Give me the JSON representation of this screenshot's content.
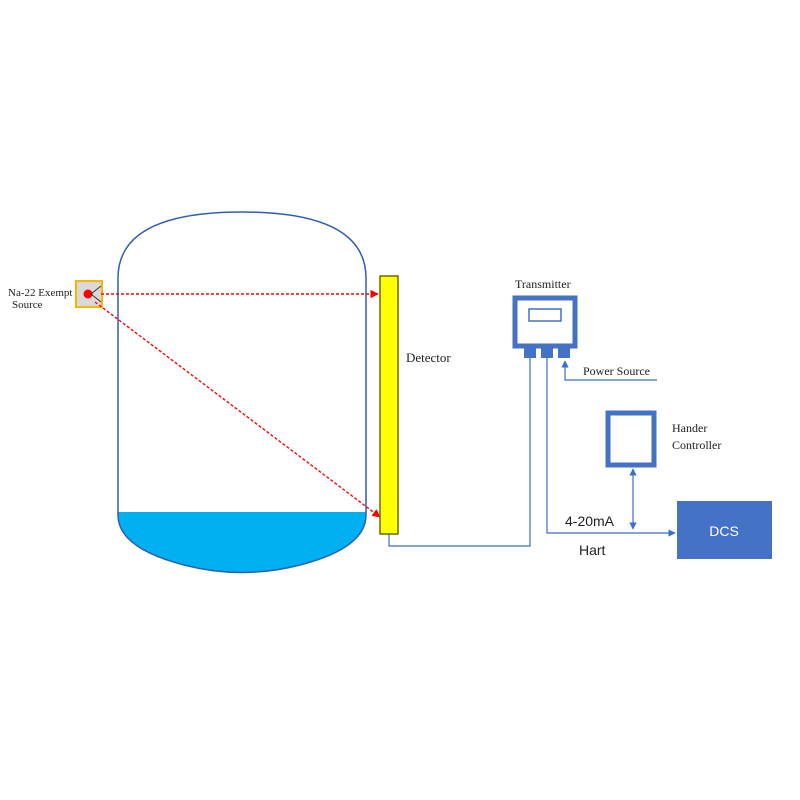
{
  "labels": {
    "source_line1": "Na-22 Exempt",
    "source_line2": "Source",
    "detector": "Detector",
    "transmitter": "Transmitter",
    "power_source": "Power Source",
    "hander_line1": "Hander",
    "hander_line2": "Controller",
    "signal": "4-20mA",
    "protocol": "Hart",
    "dcs": "DCS"
  },
  "colors": {
    "vessel_outline": "#2f5fb3",
    "liquid": "#00b0f0",
    "detector_fill": "#ffff00",
    "detector_border": "#6b6b00",
    "source_box_fill": "#d9d9d9",
    "source_box_border": "#f5b800",
    "source_dot": "#ff0000",
    "beam": "#ff0000",
    "device_blue": "#4472c4",
    "wire": "#3a6fc6",
    "dcs_fill": "#4472c4"
  }
}
